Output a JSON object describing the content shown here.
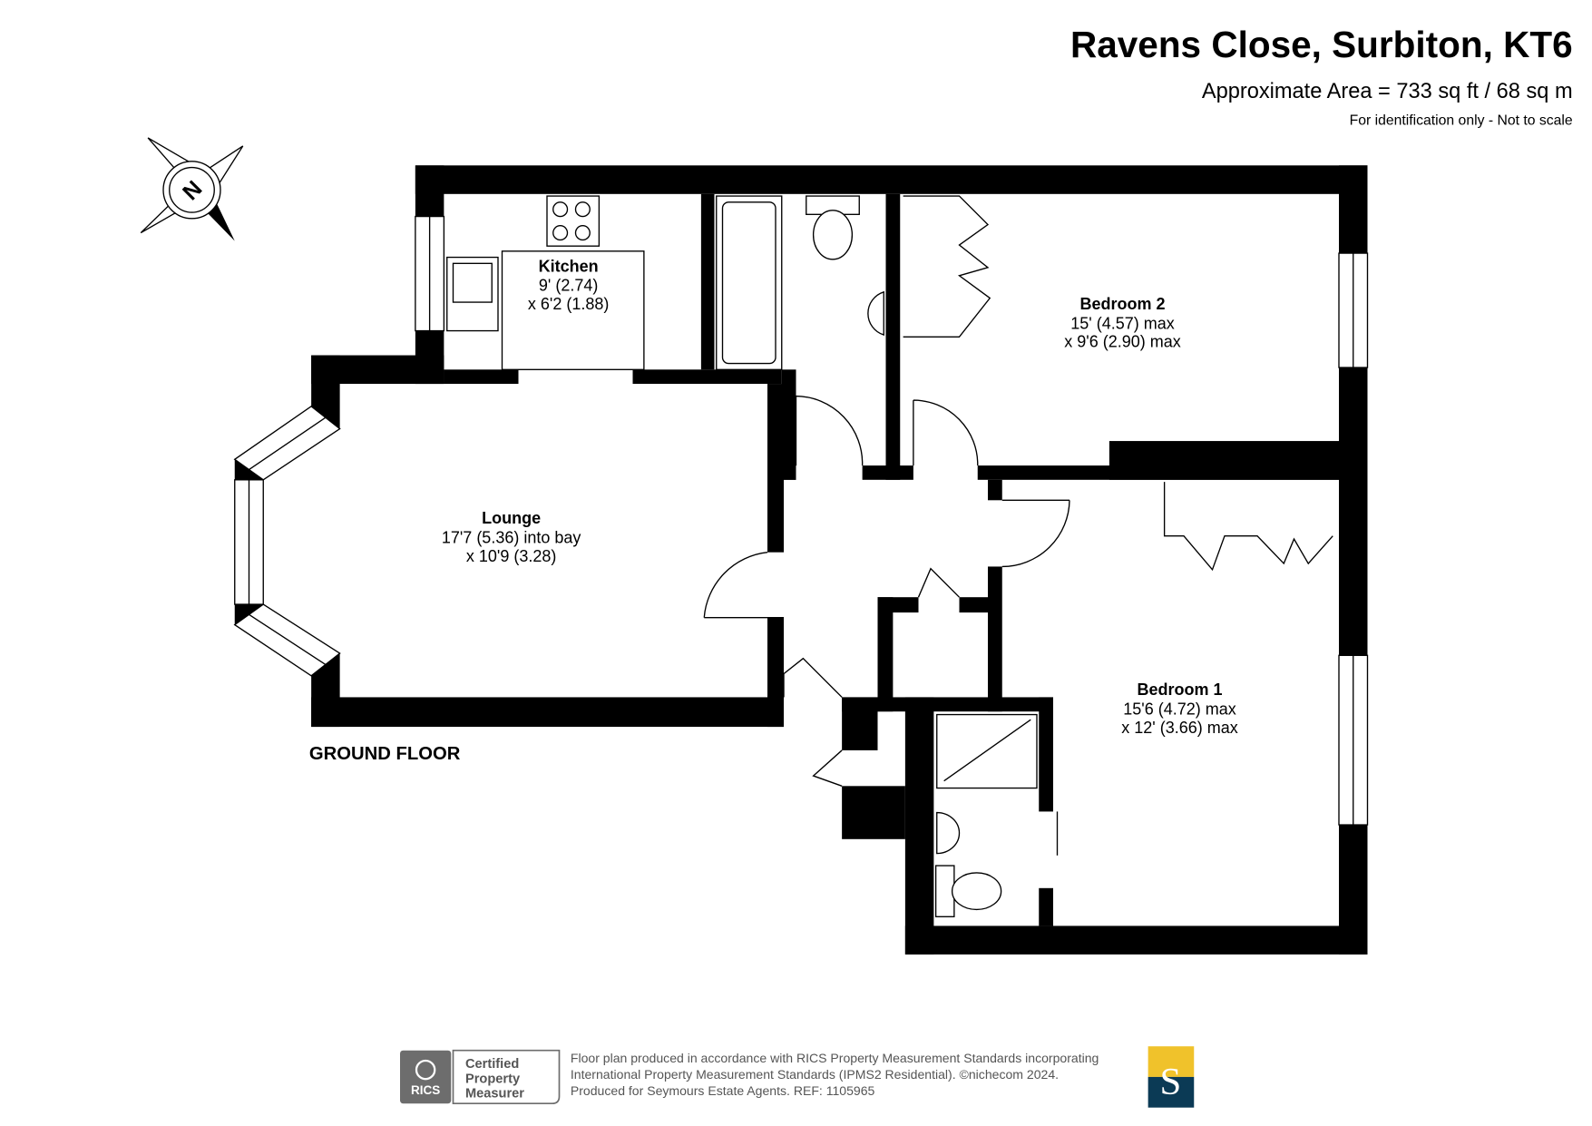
{
  "header": {
    "title": "Ravens Close, Surbiton, KT6",
    "area": "Approximate Area = 733 sq ft / 68 sq m",
    "disclaimer": "For identification only - Not to scale"
  },
  "compass": {
    "label": "N"
  },
  "floor_label": "GROUND FLOOR",
  "rooms": {
    "kitchen": {
      "name": "Kitchen",
      "dim1": "9' (2.74)",
      "dim2": "x 6'2 (1.88)"
    },
    "lounge": {
      "name": "Lounge",
      "dim1": "17'7 (5.36) into bay",
      "dim2": "x 10'9 (3.28)"
    },
    "bedroom2": {
      "name": "Bedroom 2",
      "dim1": "15' (4.57) max",
      "dim2": "x 9'6 (2.90) max"
    },
    "bedroom1": {
      "name": "Bedroom 1",
      "dim1": "15'6 (4.72) max",
      "dim2": "x 12' (3.66) max"
    }
  },
  "footer": {
    "rics_badge": "RICS",
    "cert_line1": "Certified",
    "cert_line2": "Property",
    "cert_line3": "Measurer",
    "text_line1": "Floor plan produced in accordance with RICS Property Measurement Standards incorporating",
    "text_line2": "International Property Measurement Standards (IPMS2 Residential).   ©nichecom 2024.",
    "text_line3": "Produced for Seymours Estate Agents.   REF:  1105965",
    "agent_logo": "S",
    "colors": {
      "logo_top": "#f0c22b",
      "logo_bottom": "#0b3a55",
      "rics_grey": "#6d6d6d"
    }
  }
}
